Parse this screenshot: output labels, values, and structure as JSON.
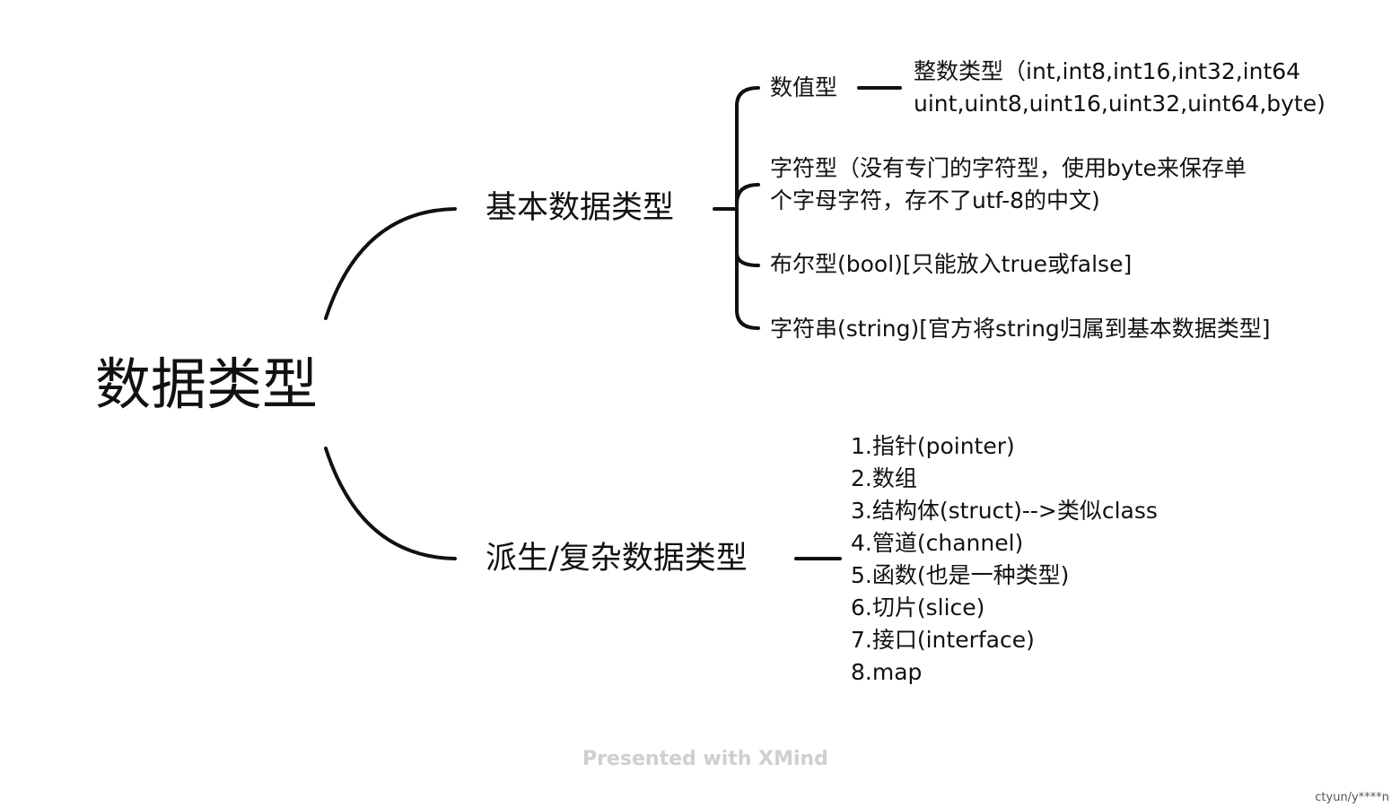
{
  "mindmap": {
    "root": "数据类型",
    "branches": [
      {
        "label": "基本数据类型",
        "children": [
          {
            "label": "数值型",
            "children": [
              "整数类型（int,int8,int16,int32,int64\nuint,uint8,uint16,uint32,uint64,byte)"
            ]
          },
          {
            "label": "字符型（没有专门的字符型，使用byte来保存单\n个字母字符，存不了utf-8的中文)"
          },
          {
            "label": "布尔型(bool)[只能放入true或false]"
          },
          {
            "label": "字符串(string)[官方将string归属到基本数据类型]"
          }
        ]
      },
      {
        "label": "派生/复杂数据类型",
        "items": [
          "1.指针(pointer)",
          "2.数组",
          "3.结构体(struct)-->类似class",
          "4.管道(channel)",
          "5.函数(也是一种类型)",
          "6.切片(slice)",
          "7.接口(interface)",
          "8.map"
        ]
      }
    ]
  },
  "footer": "Presented with XMind",
  "watermark": "ctyun/y****n",
  "colors": {
    "line": "#111111",
    "text": "#111111",
    "footer": "#cfcfcf",
    "background": "#ffffff"
  }
}
